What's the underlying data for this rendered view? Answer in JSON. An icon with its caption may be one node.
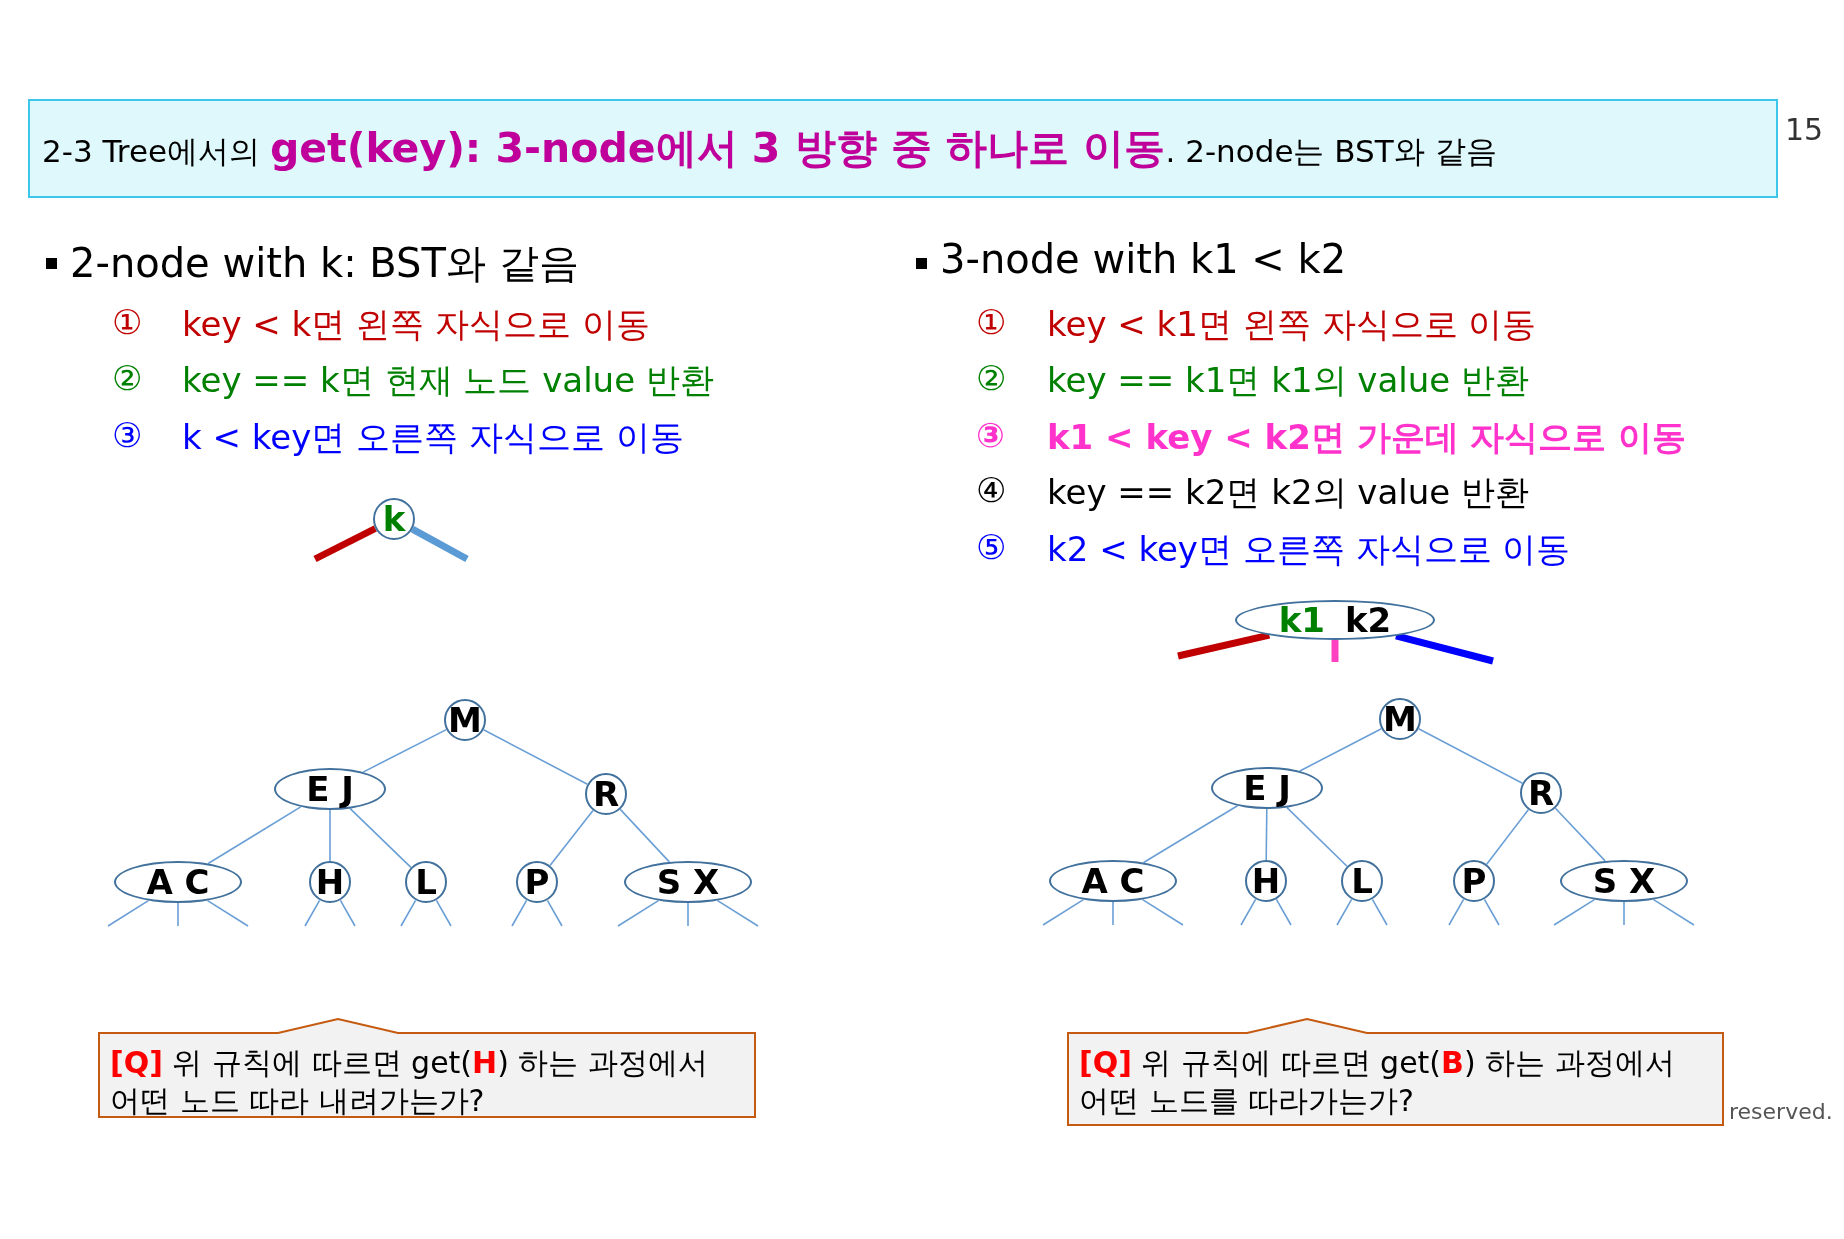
{
  "diagram": {
    "nodes": [
      {
        "text": [
          "2-3 Tree에서의 **get(key): 3-node에서 3 방향 중 하나로 이동**. 2-node는 BST와 같음"
        ]
      },
      {
        "text": [
          "k"
        ]
      },
      {
        "text": [
          "k1",
          "k2"
        ]
      },
      {
        "text": [
          "M"
        ]
      },
      {
        "text": [
          "E J"
        ]
      },
      {
        "text": [
          "R"
        ]
      },
      {
        "text": [
          "A C"
        ]
      },
      {
        "text": [
          "H"
        ]
      },
      {
        "text": [
          "L"
        ]
      },
      {
        "text": [
          "P"
        ]
      },
      {
        "text": [
          "S X"
        ]
      },
      {
        "text": [
          "M"
        ]
      },
      {
        "text": [
          "E J"
        ]
      },
      {
        "text": [
          "R"
        ]
      },
      {
        "text": [
          "A C"
        ]
      },
      {
        "text": [
          "H"
        ]
      },
      {
        "text": [
          "L"
        ]
      },
      {
        "text": [
          "P"
        ]
      },
      {
        "text": [
          "S X"
        ]
      },
      {
        "text": [
          "**[Q]** 위 규칙에 따르면 get(**H**) 하는 과정에서 어떤 노드 따라 내려가는가?"
        ]
      },
      {
        "text": [
          "**[Q]** 위 규칙에 따르면 get(**B**) 하는 과정에서 어떤 노드를 따라가는가?"
        ]
      }
    ],
    "edges": [
      {
        "from": 1,
        "to": null,
        "arrow": "none",
        "style": "thick",
        "color": "#c00000"
      },
      {
        "from": 1,
        "to": null,
        "arrow": "none",
        "style": "thick",
        "color": "#5b9bd5"
      },
      {
        "from": 2,
        "to": null,
        "arrow": "none",
        "style": "thick",
        "color": "#c00000"
      },
      {
        "from": 2,
        "to": null,
        "arrow": "none",
        "style": "thick",
        "color": "#ff40c0"
      },
      {
        "from": 2,
        "to": null,
        "arrow": "none",
        "style": "thick",
        "color": "#0000ff"
      },
      {
        "from": 3,
        "to": 4,
        "arrow": "none"
      },
      {
        "from": 3,
        "to": 5,
        "arrow": "none"
      },
      {
        "from": 4,
        "to": 6,
        "arrow": "none"
      },
      {
        "from": 4,
        "to": 7,
        "arrow": "none"
      },
      {
        "from": 4,
        "to": 8,
        "arrow": "none"
      },
      {
        "from": 5,
        "to": 9,
        "arrow": "none"
      },
      {
        "from": 5,
        "to": 10,
        "arrow": "none"
      },
      {
        "from": 6,
        "to": null,
        "arrow": "none"
      },
      {
        "from": 6,
        "to": null,
        "arrow": "none"
      },
      {
        "from": 6,
        "to": null,
        "arrow": "none"
      },
      {
        "from": 7,
        "to": null,
        "arrow": "none"
      },
      {
        "from": 7,
        "to": null,
        "arrow": "none"
      },
      {
        "from": 8,
        "to": null,
        "arrow": "none"
      },
      {
        "from": 8,
        "to": null,
        "arrow": "none"
      },
      {
        "from": 9,
        "to": null,
        "arrow": "none"
      },
      {
        "from": 9,
        "to": null,
        "arrow": "none"
      },
      {
        "from": 10,
        "to": null,
        "arrow": "none"
      },
      {
        "from": 10,
        "to": null,
        "arrow": "none"
      },
      {
        "from": 10,
        "to": null,
        "arrow": "none"
      },
      {
        "from": 11,
        "to": 12,
        "arrow": "none"
      },
      {
        "from": 11,
        "to": 13,
        "arrow": "none"
      },
      {
        "from": 12,
        "to": 14,
        "arrow": "none"
      },
      {
        "from": 12,
        "to": 15,
        "arrow": "none"
      },
      {
        "from": 12,
        "to": 16,
        "arrow": "none"
      },
      {
        "from": 13,
        "to": 17,
        "arrow": "none"
      },
      {
        "from": 13,
        "to": 18,
        "arrow": "none"
      },
      {
        "from": 14,
        "to": null,
        "arrow": "none"
      },
      {
        "from": 14,
        "to": null,
        "arrow": "none"
      },
      {
        "from": 14,
        "to": null,
        "arrow": "none"
      },
      {
        "from": 15,
        "to": null,
        "arrow": "none"
      },
      {
        "from": 15,
        "to": null,
        "arrow": "none"
      },
      {
        "from": 16,
        "to": null,
        "arrow": "none"
      },
      {
        "from": 16,
        "to": null,
        "arrow": "none"
      },
      {
        "from": 17,
        "to": null,
        "arrow": "none"
      },
      {
        "from": 17,
        "to": null,
        "arrow": "none"
      },
      {
        "from": 18,
        "to": null,
        "arrow": "none"
      },
      {
        "from": 18,
        "to": null,
        "arrow": "none"
      },
      {
        "from": 18,
        "to": null,
        "arrow": "none"
      }
    ],
    "labels": [
      "15",
      "2-node with k: BST와 같음",
      "①",
      "key < k면 왼쪽 자식으로 이동",
      "②",
      "key == k면 현재 노드 value 반환",
      "③",
      "k < key면 오른쪽 자식으로 이동",
      "3-node with k1 < k2",
      "①",
      "key < k1면 왼쪽 자식으로 이동",
      "②",
      "key == k1면 k1의 value 반환",
      "③",
      "k1 < key < k2면 가운데 자식으로 이동",
      "④",
      "key == k2면 k2의 value 반환",
      "⑤",
      "k2 < key면 오른쪽 자식으로 이동",
      "reserved."
    ]
  }
}
